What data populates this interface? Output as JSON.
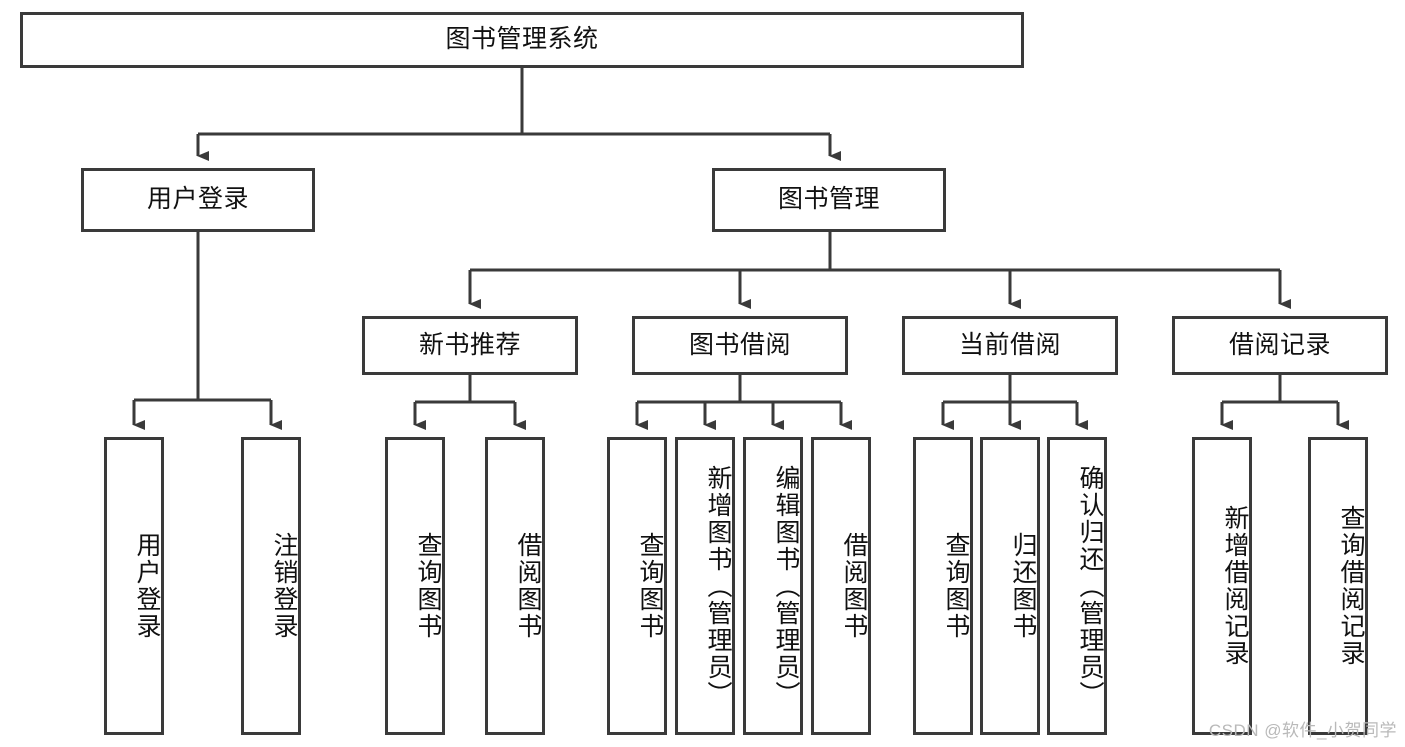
{
  "diagram": {
    "title_node": {
      "id": "root",
      "label": "图书管理系统"
    },
    "level1": [
      {
        "id": "user-login",
        "label": "用户登录"
      },
      {
        "id": "book-manage",
        "label": "图书管理"
      }
    ],
    "level2": [
      {
        "id": "new-book-recommend",
        "label": "新书推荐"
      },
      {
        "id": "book-borrow",
        "label": "图书借阅"
      },
      {
        "id": "current-borrow",
        "label": "当前借阅"
      },
      {
        "id": "borrow-record",
        "label": "借阅记录"
      }
    ],
    "leaves": [
      {
        "id": "leaf-user-login",
        "label": "用户登录"
      },
      {
        "id": "leaf-logout",
        "label": "注销登录"
      },
      {
        "id": "leaf-query-book-1",
        "label": "查询图书"
      },
      {
        "id": "leaf-borrow-book-1",
        "label": "借阅图书"
      },
      {
        "id": "leaf-query-book-2",
        "label": "查询图书"
      },
      {
        "id": "leaf-add-book",
        "label": "新增图书（管理员）"
      },
      {
        "id": "leaf-edit-book",
        "label": "编辑图书（管理员）"
      },
      {
        "id": "leaf-borrow-book-2",
        "label": "借阅图书"
      },
      {
        "id": "leaf-query-book-3",
        "label": "查询图书"
      },
      {
        "id": "leaf-return-book",
        "label": "归还图书"
      },
      {
        "id": "leaf-confirm-return",
        "label": "确认归还（管理员）"
      },
      {
        "id": "leaf-add-record",
        "label": "新增借阅记录"
      },
      {
        "id": "leaf-query-record",
        "label": "查询借阅记录"
      }
    ]
  },
  "watermark": {
    "text": "CSDN @软件_小贺同学"
  },
  "colors": {
    "stroke": "#3a3a3a",
    "background": "#ffffff",
    "text": "#111111",
    "watermark": "#b9b9b9"
  }
}
